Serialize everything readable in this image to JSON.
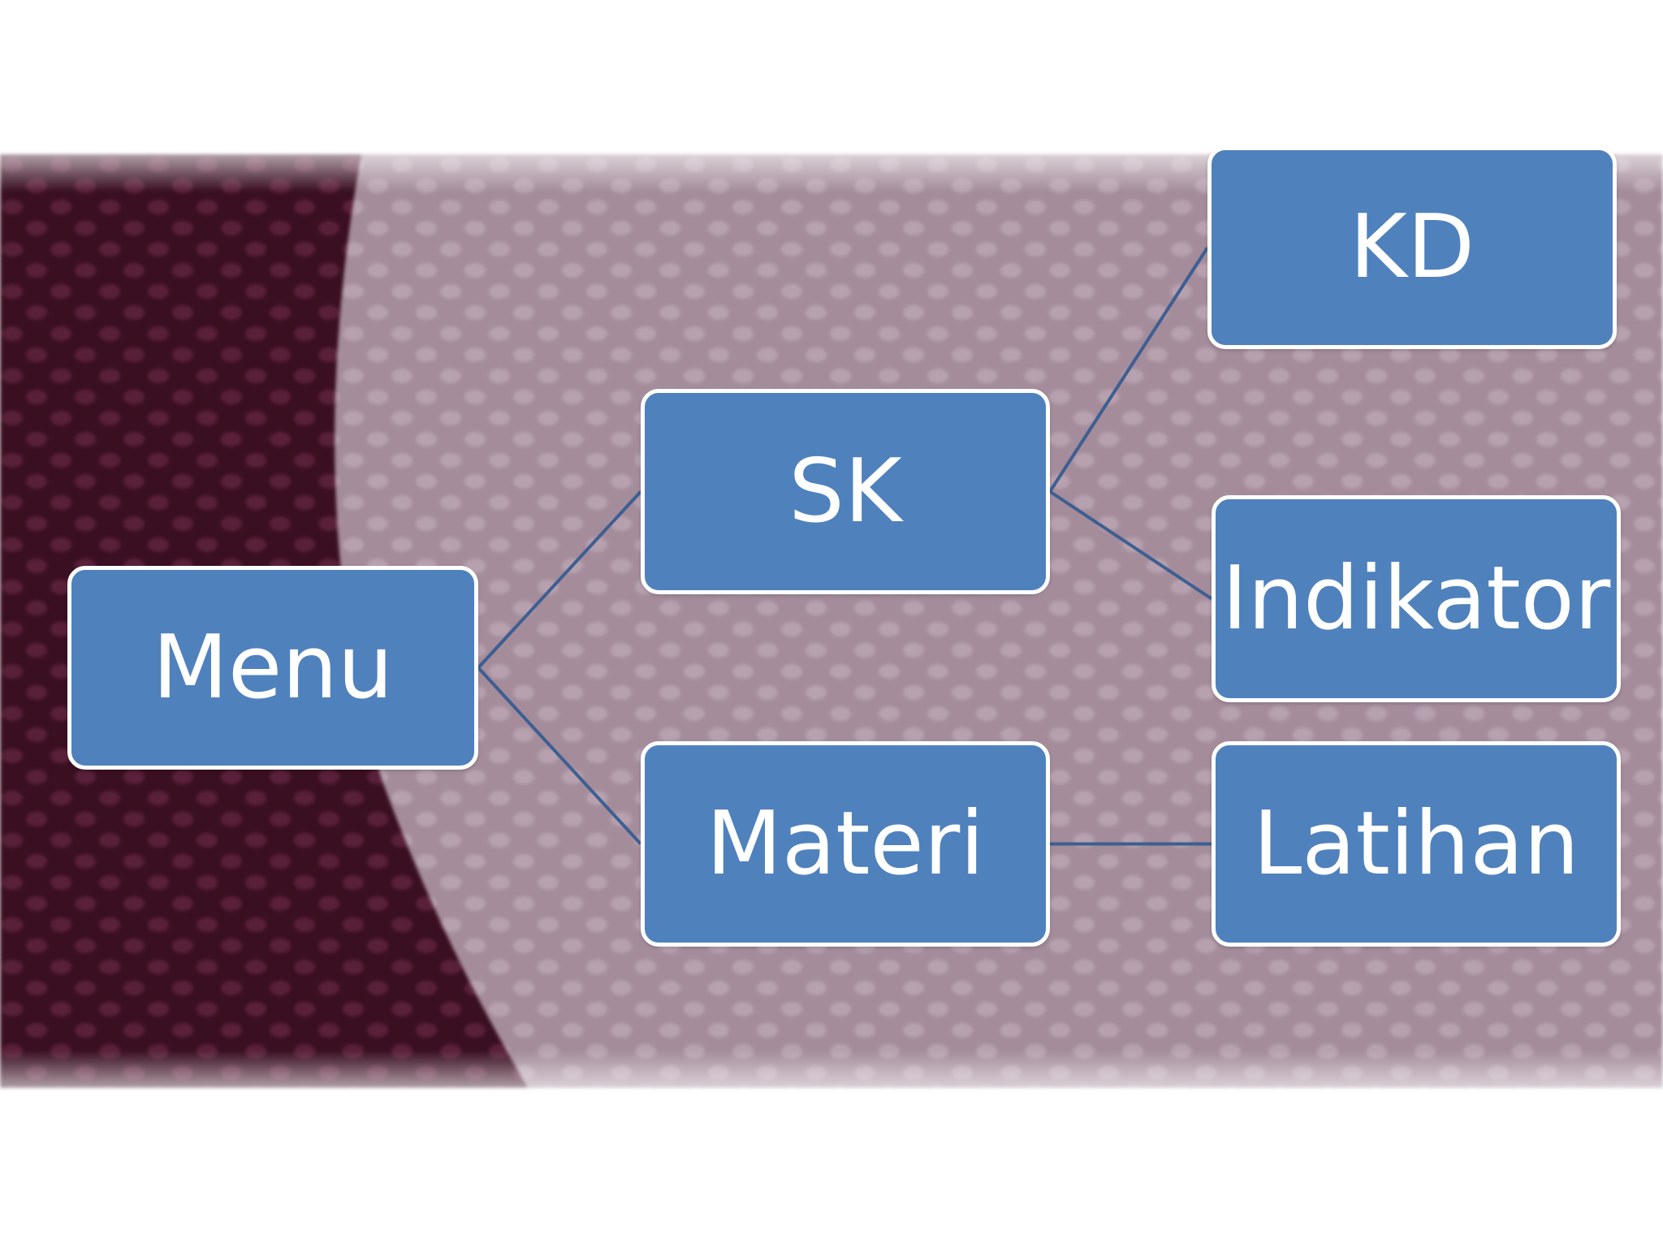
{
  "diagram": {
    "nodes": [
      {
        "id": "menu",
        "label": "Menu"
      },
      {
        "id": "sk",
        "label": "SK"
      },
      {
        "id": "materi",
        "label": "Materi"
      },
      {
        "id": "kd",
        "label": "KD"
      },
      {
        "id": "indikator",
        "label": "Indikator"
      },
      {
        "id": "latihan",
        "label": "Latihan"
      }
    ],
    "edges": [
      {
        "from": "menu",
        "to": "sk"
      },
      {
        "from": "menu",
        "to": "materi"
      },
      {
        "from": "sk",
        "to": "kd"
      },
      {
        "from": "sk",
        "to": "indikator"
      },
      {
        "from": "materi",
        "to": "latihan"
      }
    ]
  },
  "colors": {
    "node_fill": "#4f81bd",
    "node_border": "#ffffff",
    "node_text": "#ffffff",
    "connector": "#3d5f92",
    "background_dark": "#3a0f22",
    "background_light": "#a48c9b"
  }
}
